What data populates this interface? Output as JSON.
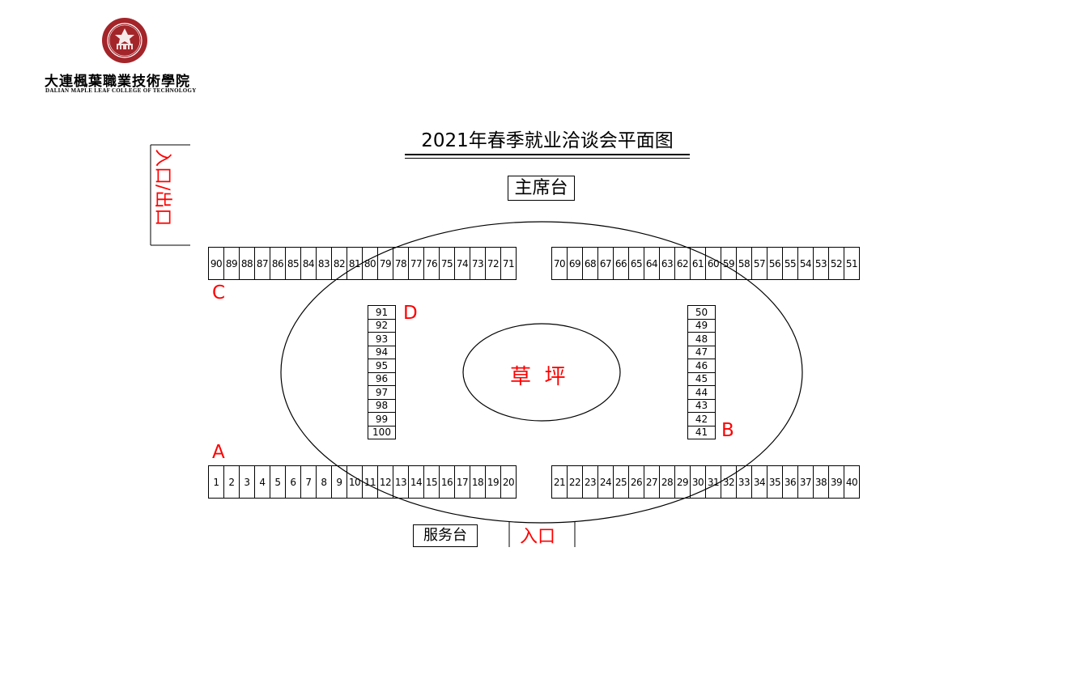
{
  "logo": {
    "cn": "大連楓葉職業技術學院",
    "en": "DALIAN MAPLE LEAF COLLEGE OF TECHNOLOGY"
  },
  "title": "2021年春季就业洽谈会平面图",
  "stage": "主席台",
  "service_desk": "服务台",
  "entrance_bottom": "入口",
  "entrance_exit_left": "入口/出口",
  "lawn": "草  坪",
  "zones": {
    "a": "A",
    "b": "B",
    "c": "C",
    "d": "D"
  },
  "booths": {
    "top_left": [
      "90",
      "89",
      "88",
      "87",
      "86",
      "85",
      "84",
      "83",
      "82",
      "81",
      "80",
      "79",
      "78",
      "77",
      "76",
      "75",
      "74",
      "73",
      "72",
      "71"
    ],
    "top_right": [
      "70",
      "69",
      "68",
      "67",
      "66",
      "65",
      "64",
      "63",
      "62",
      "61",
      "60",
      "59",
      "58",
      "57",
      "56",
      "55",
      "54",
      "53",
      "52",
      "51"
    ],
    "bottom_left": [
      "1",
      "2",
      "3",
      "4",
      "5",
      "6",
      "7",
      "8",
      "9",
      "10",
      "11",
      "12",
      "13",
      "14",
      "15",
      "16",
      "17",
      "18",
      "19",
      "20"
    ],
    "bottom_right": [
      "21",
      "22",
      "23",
      "24",
      "25",
      "26",
      "27",
      "28",
      "29",
      "30",
      "31",
      "32",
      "33",
      "34",
      "35",
      "36",
      "37",
      "38",
      "39",
      "40"
    ],
    "column_d": [
      "91",
      "92",
      "93",
      "94",
      "95",
      "96",
      "97",
      "98",
      "99",
      "100"
    ],
    "column_b": [
      "50",
      "49",
      "48",
      "47",
      "46",
      "45",
      "44",
      "43",
      "42",
      "41"
    ]
  },
  "colors": {
    "accent_red": "#ff0000",
    "logo_red": "#a3252a",
    "line": "#000000"
  }
}
